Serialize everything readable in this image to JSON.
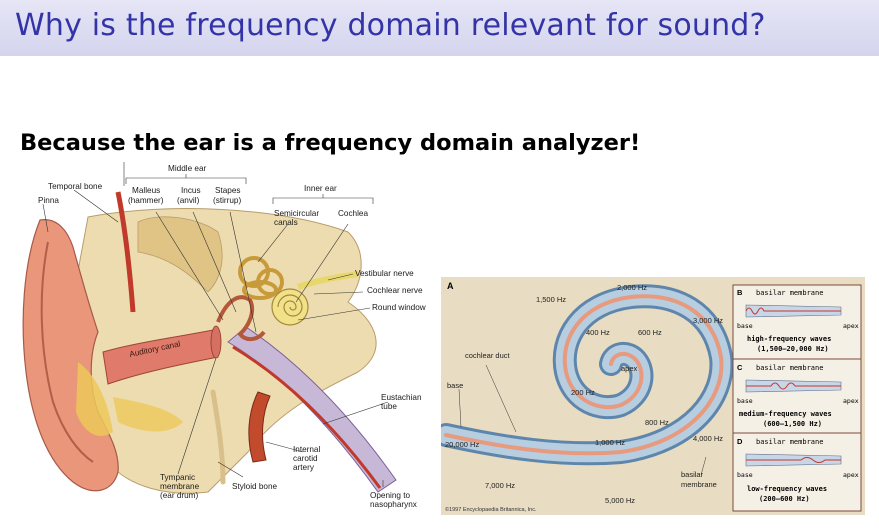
{
  "slide": {
    "title": "Why is the frequency domain relevant for sound?",
    "subtitle": "Because the ear is a frequency domain analyzer!"
  },
  "ear_figure": {
    "labels": {
      "middle_ear": "Middle ear",
      "temporal_bone": "Temporal bone",
      "pinna": "Pinna",
      "malleus": "Malleus",
      "malleus_sub": "(hammer)",
      "incus": "Incus",
      "incus_sub": "(anvil)",
      "stapes": "Stapes",
      "stapes_sub": "(stirrup)",
      "inner_ear": "Inner ear",
      "semicircular": "Semicircular",
      "canals": "canals",
      "cochlea": "Cochlea",
      "vestibular_nerve": "Vestibular nerve",
      "cochlear_nerve": "Cochlear nerve",
      "round_window": "Round window",
      "auditory_canal": "Auditory canal",
      "eustachian": "Eustachian",
      "tube": "tube",
      "internal": "Internal",
      "carotid": "carotid",
      "artery": "artery",
      "tympanic": "Tympanic",
      "membrane": "membrane",
      "ear_drum": "(ear drum)",
      "styloid_bone": "Styloid bone",
      "opening_to": "Opening to",
      "nasopharynx": "nasopharynx"
    }
  },
  "cochlea_figure": {
    "panel_a": "A",
    "freqs": {
      "f2000": "2,000 Hz",
      "f1500": "1,500 Hz",
      "f3000": "3,000 Hz",
      "f400": "400 Hz",
      "f600": "600 Hz",
      "apex": "apex",
      "f200": "200 Hz",
      "f800": "800 Hz",
      "f1000": "1,000 Hz",
      "f4000": "4,000 Hz",
      "f20000": "20,000 Hz",
      "f7000": "7,000 Hz",
      "f5000": "5,000 Hz"
    },
    "cochlear_duct": "cochlear duct",
    "base": "base",
    "basilar": "basilar",
    "membrane": "membrane",
    "copyright": "©1997 Encyclopaedia Britannica, Inc.",
    "panels": [
      {
        "letter": "B",
        "title": "basilar membrane",
        "base": "base",
        "apex": "apex",
        "desc1": "high-frequency waves",
        "desc2": "(1,500–20,000 Hz)"
      },
      {
        "letter": "C",
        "title": "basilar membrane",
        "base": "base",
        "apex": "apex",
        "desc1": "medium-frequency waves",
        "desc2": "(600–1,500 Hz)"
      },
      {
        "letter": "D",
        "title": "basilar membrane",
        "base": "base",
        "apex": "apex",
        "desc1": "low-frequency waves",
        "desc2": "(200–600 Hz)"
      }
    ]
  }
}
